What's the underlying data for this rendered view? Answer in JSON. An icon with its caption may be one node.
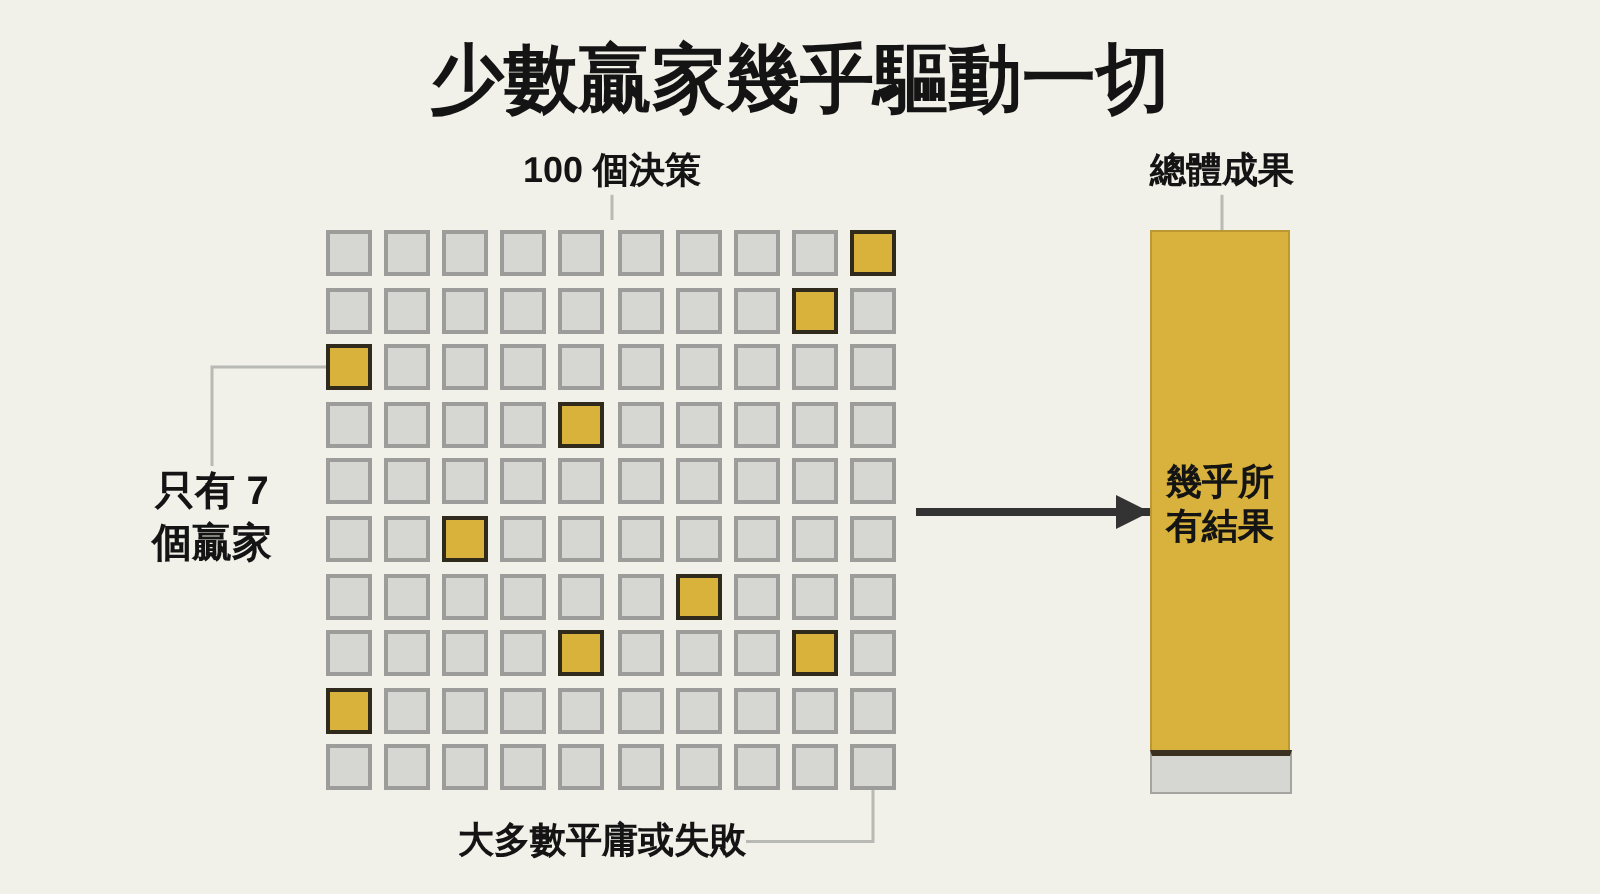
{
  "diagram": {
    "title": "少數贏家幾乎驅動一切",
    "nodes": [
      {
        "text": [
          "100 個決策"
        ]
      },
      {
        "text": [
          "總體成果"
        ]
      },
      {
        "text": [],
        "shape": "grid"
      },
      {
        "text": [],
        "shape": "box",
        "in": 2
      },
      {
        "text": [],
        "shape": "box",
        "in": 2
      },
      {
        "text": [],
        "shape": "box",
        "in": 2
      },
      {
        "text": [],
        "shape": "box",
        "in": 2
      },
      {
        "text": [],
        "shape": "box",
        "in": 2
      },
      {
        "text": [],
        "shape": "box",
        "in": 2
      },
      {
        "text": [],
        "shape": "box",
        "in": 2
      },
      {
        "text": [],
        "shape": "box",
        "in": 2
      },
      {
        "text": [],
        "shape": "box",
        "in": 2
      },
      {
        "text": [],
        "shape": "box",
        "in": 2
      },
      {
        "text": [],
        "shape": "box",
        "in": 2
      },
      {
        "text": [],
        "shape": "box",
        "in": 2
      },
      {
        "text": [],
        "shape": "box",
        "in": 2
      },
      {
        "text": [],
        "shape": "box",
        "in": 2
      },
      {
        "text": [],
        "shape": "box",
        "in": 2
      },
      {
        "text": [],
        "shape": "box",
        "in": 2
      },
      {
        "text": [],
        "shape": "box",
        "in": 2
      },
      {
        "text": [],
        "shape": "box",
        "in": 2
      },
      {
        "text": [],
        "shape": "box",
        "in": 2
      },
      {
        "text": [],
        "shape": "box",
        "in": 2
      },
      {
        "text": [],
        "shape": "box",
        "in": 2
      },
      {
        "text": [],
        "shape": "box",
        "in": 2
      },
      {
        "text": [],
        "shape": "box",
        "in": 2
      },
      {
        "text": [],
        "shape": "box",
        "in": 2
      },
      {
        "text": [],
        "shape": "box",
        "in": 2
      },
      {
        "text": [],
        "shape": "box",
        "in": 2
      },
      {
        "text": [],
        "shape": "box",
        "in": 2
      },
      {
        "text": [],
        "shape": "box",
        "in": 2
      },
      {
        "text": [],
        "shape": "box",
        "in": 2
      },
      {
        "text": [],
        "shape": "box",
        "in": 2
      },
      {
        "text": [],
        "shape": "box",
        "in": 2
      },
      {
        "text": [],
        "shape": "box",
        "in": 2
      },
      {
        "text": [],
        "shape": "box",
        "in": 2
      },
      {
        "text": [],
        "shape": "box",
        "in": 2
      },
      {
        "text": [],
        "shape": "box",
        "in": 2
      },
      {
        "text": [],
        "shape": "box",
        "in": 2
      },
      {
        "text": [],
        "shape": "box",
        "in": 2
      },
      {
        "text": [],
        "shape": "box",
        "in": 2
      },
      {
        "text": [],
        "shape": "box",
        "in": 2
      },
      {
        "text": [],
        "shape": "box",
        "in": 2
      },
      {
        "text": [],
        "shape": "box",
        "in": 2
      },
      {
        "text": [],
        "shape": "box",
        "in": 2
      },
      {
        "text": [],
        "shape": "box",
        "in": 2
      },
      {
        "text": [],
        "shape": "box",
        "in": 2
      },
      {
        "text": [],
        "shape": "box",
        "in": 2
      },
      {
        "text": [],
        "shape": "box",
        "in": 2
      },
      {
        "text": [],
        "shape": "box",
        "in": 2
      },
      {
        "text": [],
        "shape": "box",
        "in": 2
      },
      {
        "text": [],
        "shape": "box",
        "in": 2
      },
      {
        "text": [],
        "shape": "box",
        "in": 2
      },
      {
        "text": [],
        "shape": "box",
        "in": 2
      },
      {
        "text": [],
        "shape": "box",
        "in": 2
      },
      {
        "text": [],
        "shape": "box",
        "in": 2
      },
      {
        "text": [],
        "shape": "box",
        "in": 2
      },
      {
        "text": [],
        "shape": "box",
        "in": 2
      },
      {
        "text": [],
        "shape": "box",
        "in": 2
      },
      {
        "text": [],
        "shape": "box",
        "in": 2
      },
      {
        "text": [],
        "shape": "box",
        "in": 2
      },
      {
        "text": [],
        "shape": "box",
        "in": 2
      },
      {
        "text": [],
        "shape": "box",
        "in": 2
      },
      {
        "text": [],
        "shape": "box",
        "in": 2
      },
      {
        "text": [],
        "shape": "box",
        "in": 2
      },
      {
        "text": [],
        "shape": "box",
        "in": 2
      },
      {
        "text": [],
        "shape": "box",
        "in": 2
      },
      {
        "text": [],
        "shape": "box",
        "in": 2
      },
      {
        "text": [],
        "shape": "box",
        "in": 2
      },
      {
        "text": [],
        "shape": "box",
        "in": 2
      },
      {
        "text": [],
        "shape": "box",
        "in": 2
      },
      {
        "text": [],
        "shape": "box",
        "in": 2
      },
      {
        "text": [],
        "shape": "box",
        "in": 2
      },
      {
        "text": [],
        "shape": "box",
        "in": 2
      },
      {
        "text": [],
        "shape": "box",
        "in": 2
      },
      {
        "text": [],
        "shape": "box",
        "in": 2
      },
      {
        "text": [],
        "shape": "box",
        "in": 2
      },
      {
        "text": [],
        "shape": "box",
        "in": 2
      },
      {
        "text": [],
        "shape": "box",
        "in": 2
      },
      {
        "text": [],
        "shape": "box",
        "in": 2
      },
      {
        "text": [],
        "shape": "box",
        "in": 2
      },
      {
        "text": [],
        "shape": "box",
        "in": 2
      },
      {
        "text": [],
        "shape": "box",
        "in": 2
      },
      {
        "text": [],
        "shape": "box",
        "in": 2
      },
      {
        "text": [],
        "shape": "box",
        "in": 2
      },
      {
        "text": [],
        "shape": "box",
        "in": 2
      },
      {
        "text": [],
        "shape": "box",
        "in": 2
      },
      {
        "text": [],
        "shape": "box",
        "in": 2
      },
      {
        "text": [],
        "shape": "box",
        "in": 2
      },
      {
        "text": [],
        "shape": "box",
        "in": 2
      },
      {
        "text": [],
        "shape": "box",
        "in": 2
      },
      {
        "text": [],
        "shape": "box",
        "in": 2
      },
      {
        "text": [],
        "shape": "box",
        "in": 2
      },
      {
        "text": [],
        "shape": "box",
        "in": 2
      },
      {
        "text": [],
        "shape": "box",
        "in": 2
      },
      {
        "text": [],
        "shape": "box",
        "in": 2
      },
      {
        "text": [],
        "shape": "box",
        "in": 2
      },
      {
        "text": [],
        "shape": "box",
        "in": 2
      },
      {
        "text": [],
        "shape": "box",
        "in": 2
      },
      {
        "text": [],
        "shape": "box",
        "in": 2
      },
      {
        "text": [],
        "shape": "box",
        "in": 2
      },
      {
        "text": [],
        "shape": "box",
        "in": 2
      },
      {
        "text": [],
        "shape": "box",
        "in": 2
      },
      {
        "text": [
          "只有 7 個贏家"
        ]
      },
      {
        "text": [
          "幾乎所有結果"
        ]
      },
      {
        "text": [
          "大多數平庸或失敗"
        ]
      }
    ],
    "edges": [
      {
        "from": 0,
        "to": 2,
        "arrow": "none"
      },
      {
        "from": 1,
        "to": 104,
        "arrow": "none"
      },
      {
        "from": 103,
        "to": 23,
        "arrow": "none"
      },
      {
        "from": 2,
        "to": 104,
        "arrow": "to",
        "style": "thick",
        "color": "#333333"
      },
      {
        "from": 105,
        "to": 102,
        "arrow": "none"
      }
    ]
  }
}
